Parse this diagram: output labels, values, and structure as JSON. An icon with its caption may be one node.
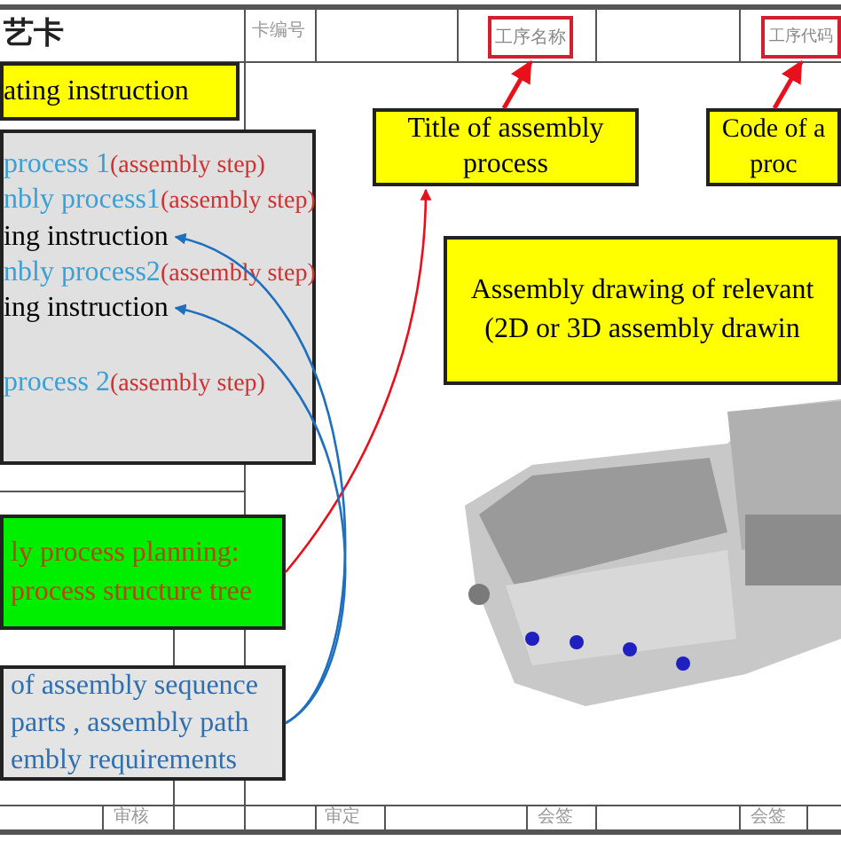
{
  "diagram": {
    "nodes": [
      {
        "text": [
          "ating instruction"
        ]
      },
      {
        "text": [],
        "shape": "box"
      },
      {
        "text": [
          "process 1",
          "(assembly step)"
        ],
        "in": 1
      },
      {
        "text": [
          "nbly process1",
          "(assembly step)"
        ],
        "in": 1
      },
      {
        "text": [
          "ing instruction"
        ],
        "in": 1
      },
      {
        "text": [
          "nbly process2",
          "(assembly step)"
        ],
        "in": 1
      },
      {
        "text": [
          "ing instruction"
        ],
        "in": 1
      },
      {
        "text": [
          "process 2",
          "(assembly step)"
        ],
        "in": 1
      },
      {
        "text": [
          "Title of assembly process"
        ]
      },
      {
        "text": [
          "Code of a proc"
        ]
      },
      {
        "text": [
          "工序名称"
        ]
      },
      {
        "text": [
          "工序代码"
        ]
      },
      {
        "text": [
          "Assembly drawing of relevant (2D or 3D assembly drawin"
        ]
      },
      {
        "text": [
          "ly process planning: process structure tree"
        ]
      },
      {
        "text": [
          "of assembly sequence parts , assembly path embly requirements"
        ]
      }
    ],
    "edges": [
      {
        "from": 8,
        "to": 10,
        "arrow": "to"
      },
      {
        "from": 9,
        "to": 11,
        "arrow": "to"
      },
      {
        "from": 13,
        "to": 8,
        "arrow": "to"
      },
      {
        "from": 14,
        "to": 4,
        "arrow": "to",
        "color": "#1f6fbf"
      },
      {
        "from": 14,
        "to": 6,
        "arrow": "to",
        "color": "#1f6fbf"
      }
    ],
    "labels": [
      "艺卡",
      "卡编号",
      "审核",
      "审定",
      "会签",
      "会签"
    ]
  }
}
